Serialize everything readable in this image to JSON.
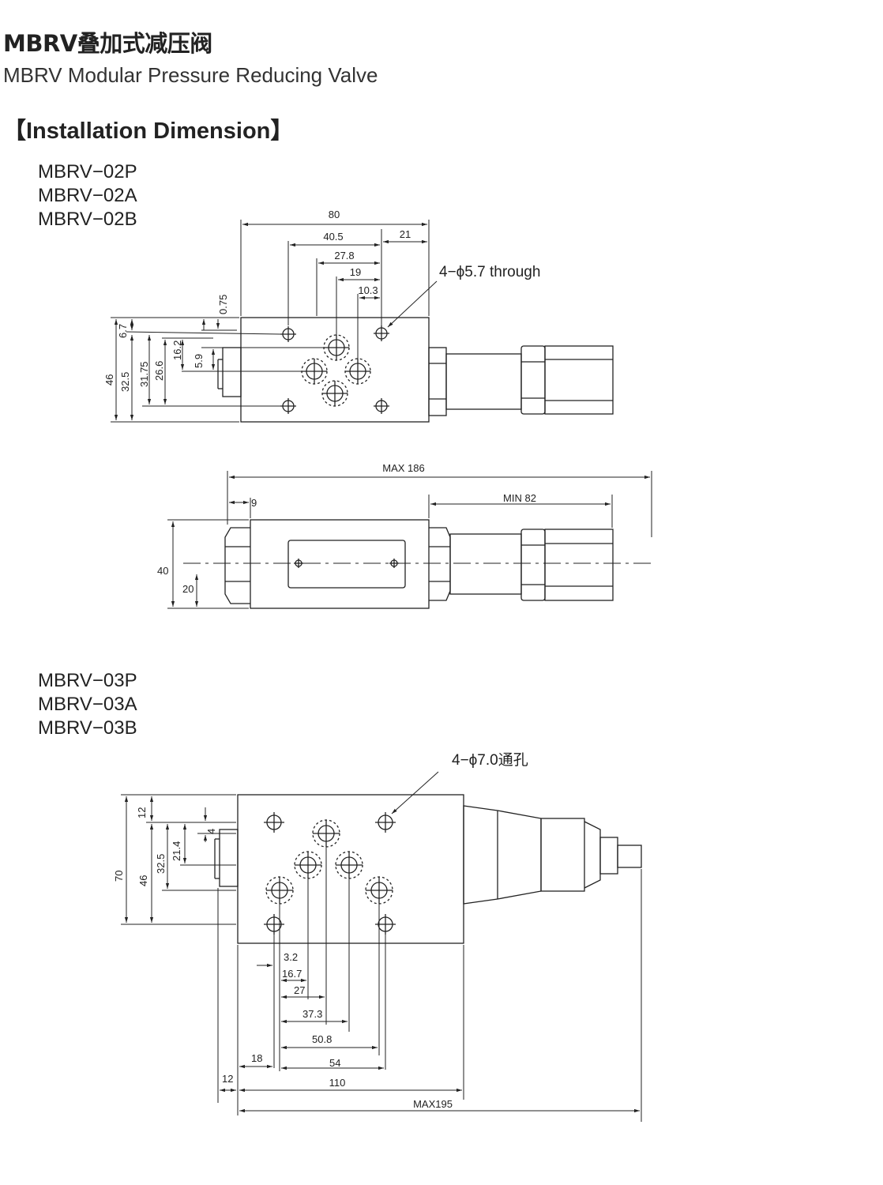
{
  "header": {
    "title": "MBRV叠加式减压阀",
    "subtitle": "MBRV Modular Pressure Reducing Valve",
    "section": "【Installation Dimension】"
  },
  "models_02": [
    "MBRV−02P",
    "MBRV−02A",
    "MBRV−02B"
  ],
  "models_03": [
    "MBRV−03P",
    "MBRV−03A",
    "MBRV−03B"
  ],
  "d02_front": {
    "w80": "80",
    "w40_5": "40.5",
    "w21": "21",
    "w27_8": "27.8",
    "w19": "19",
    "w10_3": "10.3",
    "v0_75": "0.75",
    "v6_7": "6.7",
    "v16_2": "16.2",
    "v5_9": "5.9",
    "v26_6": "26.6",
    "v31_75": "31.75",
    "v32_5": "32.5",
    "v46": "46",
    "hole_note": "4−ϕ5.7 through"
  },
  "d02_side": {
    "max186": "MAX 186",
    "min82": "MIN 82",
    "h9": "9",
    "h40": "40",
    "h20": "20"
  },
  "d03": {
    "hole_note": "4−ϕ7.0通孔",
    "v12": "12",
    "v4": "4",
    "v21_4": "21.4",
    "v32_5": "32.5",
    "v46": "46",
    "v70": "70",
    "h3_2": "3.2",
    "h16_7": "16.7",
    "h27": "27",
    "h37_3": "37.3",
    "h50_8": "50.8",
    "h18": "18",
    "h54": "54",
    "h12": "12",
    "h110": "110",
    "max195": "MAX195"
  }
}
